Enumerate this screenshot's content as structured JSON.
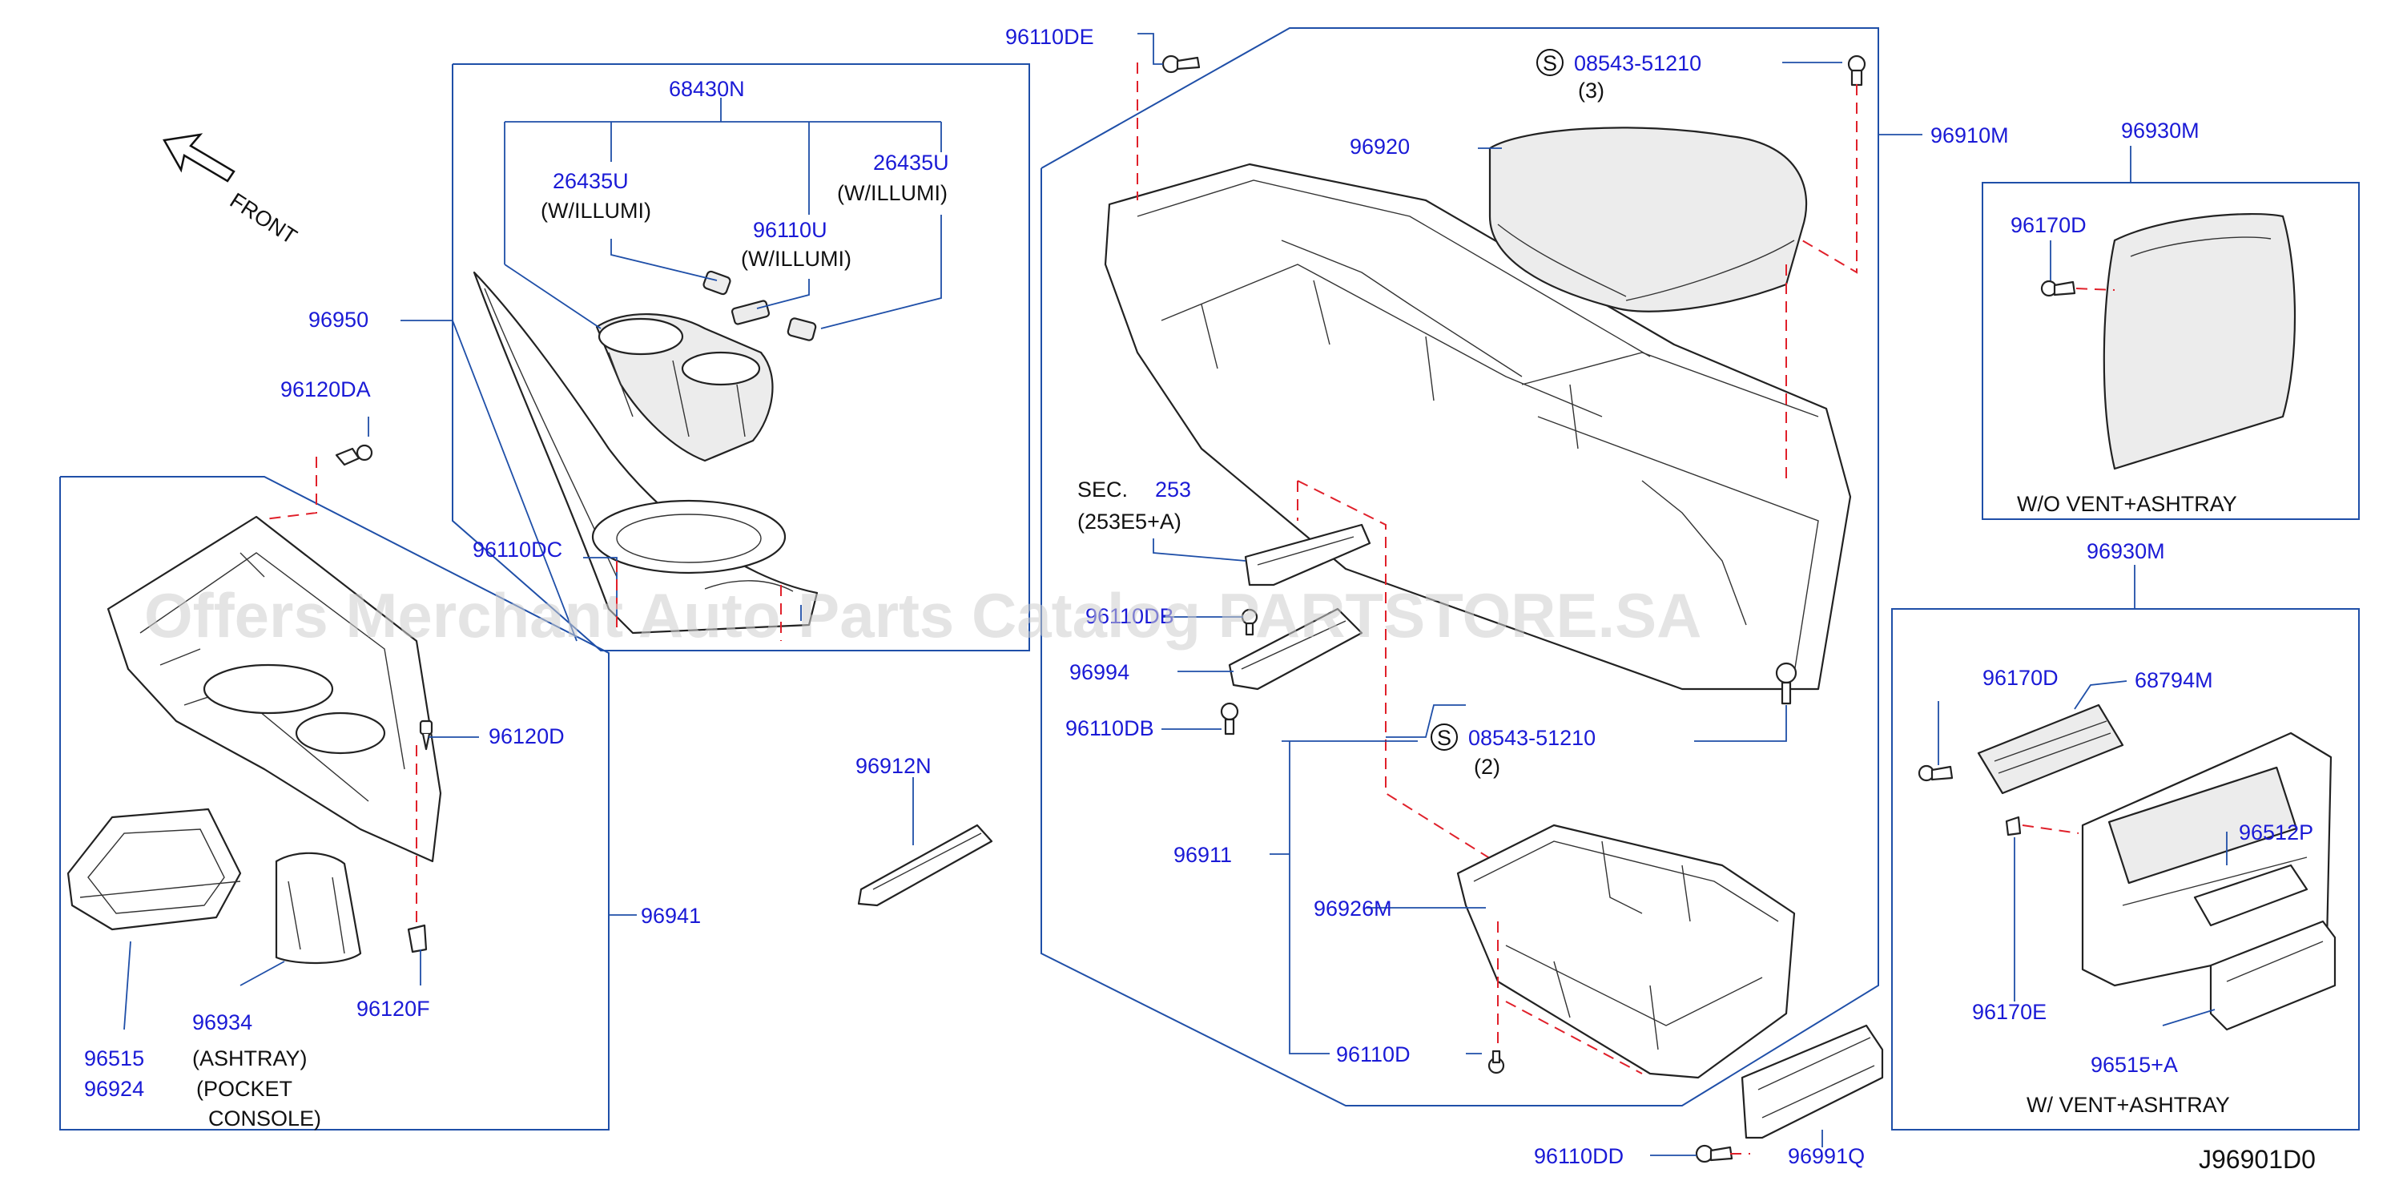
{
  "front_label": "FRONT",
  "diagram_id": "J96901D0",
  "watermark": "Offers Merchant Auto Parts Catalog PARTSTORE.SA",
  "labels": {
    "p96110DE": "96110DE",
    "p68430N": "68430N",
    "p26435U_a": "26435U",
    "p26435U_a_note": "(W/ILLUMI)",
    "p26435U_b": "26435U",
    "p26435U_b_note": "(W/ILLUMI)",
    "p96110U": "96110U",
    "p96110U_note": "(W/ILLUMI)",
    "p96950": "96950",
    "p96120DA": "96120DA",
    "p96110DC": "96110DC",
    "p96120D": "96120D",
    "p96941": "96941",
    "p96515": "96515",
    "p96515_note": "(ASHTRAY)",
    "p96924": "96924",
    "p96924_note_1": "(POCKET",
    "p96924_note_2": "CONSOLE)",
    "p96934": "96934",
    "p96120F": "96120F",
    "s08543_top": "08543-51210",
    "s08543_top_qty": "(3)",
    "s_mark": "S",
    "p96920": "96920",
    "p96910M": "96910M",
    "sec_label": "SEC.",
    "sec_num": "253",
    "sec_sub": "(253E5+A)",
    "p96110DB_upper": "96110DB",
    "p96994": "96994",
    "p96110DB": "96110DB",
    "p96912N": "96912N",
    "s08543_mid": "08543-51210",
    "s08543_mid_qty": "(2)",
    "p96911": "96911",
    "p96926M": "96926M",
    "p96110D": "96110D",
    "p96110DD": "96110DD",
    "p96991Q": "96991Q",
    "p96930M_top": "96930M",
    "p96170D_top": "96170D",
    "wo_note": "W/O   VENT+ASHTRAY",
    "p96930M_bot": "96930M",
    "p96170D_bot": "96170D",
    "p68794M": "68794M",
    "p96512P": "96512P",
    "p96170E": "96170E",
    "p96515A": "96515+A",
    "w_note": "W/   VENT+ASHTRAY"
  }
}
